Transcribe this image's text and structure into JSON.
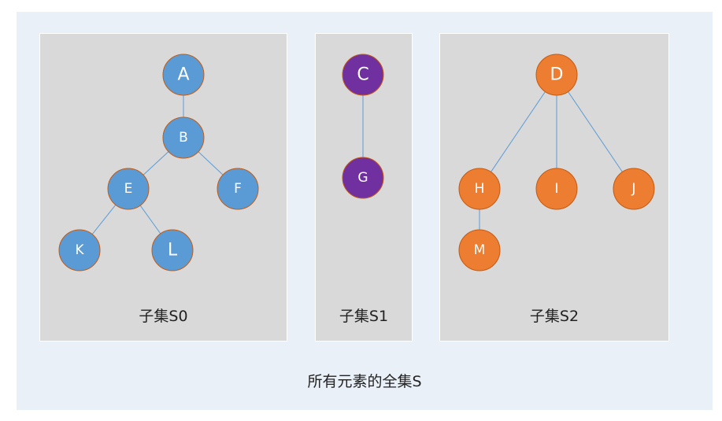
{
  "diagram": {
    "outer_label": "所有元素的全集S",
    "colors": {
      "outer_bg": "#e9f0f8",
      "panel_bg": "#d9d9d9",
      "edge": "#5b9bd5",
      "blue_fill": "#5b9bd5",
      "purple_fill": "#7030a0",
      "orange_fill": "#ed7d31",
      "node_border": "#c55a11"
    },
    "subsets": [
      {
        "label": "子集S0",
        "color": "blue",
        "nodes": [
          "A",
          "B",
          "E",
          "F",
          "K",
          "L"
        ],
        "edges": [
          [
            "A",
            "B"
          ],
          [
            "B",
            "E"
          ],
          [
            "B",
            "F"
          ],
          [
            "E",
            "K"
          ],
          [
            "E",
            "L"
          ]
        ]
      },
      {
        "label": "子集S1",
        "color": "purple",
        "nodes": [
          "C",
          "G"
        ],
        "edges": [
          [
            "C",
            "G"
          ]
        ]
      },
      {
        "label": "子集S2",
        "color": "orange",
        "nodes": [
          "D",
          "H",
          "I",
          "J",
          "M"
        ],
        "edges": [
          [
            "D",
            "H"
          ],
          [
            "D",
            "I"
          ],
          [
            "D",
            "J"
          ],
          [
            "H",
            "M"
          ]
        ]
      }
    ]
  }
}
